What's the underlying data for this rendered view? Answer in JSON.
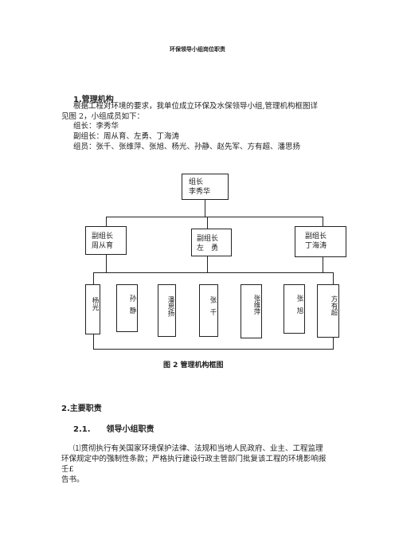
{
  "doc": {
    "title": "环保领导小组岗位职责",
    "section1": {
      "heading": "1.管理机构",
      "para_line1": "根据工程对环境的要求，我单位成立环保及水保领导小组,管理机构框图详",
      "para_line2": "见图 2，小组成员如下：",
      "leader_line": "组长：李秀华",
      "deputy_line": "副组长：周从育、左勇、丁海涛",
      "members_line": "组员：张千、张维萍、张旭、杨光、孙静、赵先军、方有超、潘思扬"
    },
    "chart": {
      "top_box": {
        "role": "组长",
        "name": "李秀华"
      },
      "deputies": [
        {
          "role": "副组长",
          "name": "周从育"
        },
        {
          "role": "副组长",
          "name": "左　勇"
        },
        {
          "role": "副组长",
          "name": "丁海涛"
        }
      ],
      "members": [
        "杨光",
        "孙静",
        "潘思扬",
        "张千",
        "张维萍",
        "张旭",
        "方有超"
      ],
      "caption": "图 2 管理机构框图"
    },
    "section2": {
      "heading": "2.主要职责",
      "sub_heading": "2.1.　　领导小组职责",
      "para_line1": "⑴贯彻执行有关国家环境保护法律、法规和当地人民政府、业主、工程监理",
      "para_line2": "环保规定中的强制性条款；严格执行建设行政主管部门批复该工程的环境影响报",
      "para_line3": "壬£",
      "para_line4": "告书。"
    }
  }
}
